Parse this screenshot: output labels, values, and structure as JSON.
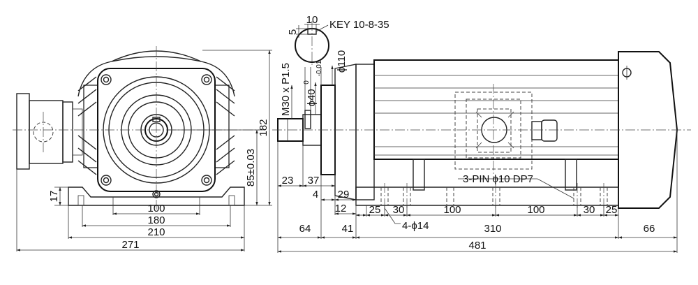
{
  "front_view": {
    "dims": {
      "d100": "100",
      "d180": "180",
      "d210": "210",
      "d271": "271",
      "d17": "17",
      "d85": "85±0.03",
      "d182": "182"
    }
  },
  "key_section": {
    "w": "10",
    "h": "5",
    "label": "KEY 10-8-35"
  },
  "side_view": {
    "thread": "M30 x P1.5",
    "dia110": "ϕ110",
    "dia40": "ϕ40",
    "tol_upper": "0",
    "tol_lower": "-0.01",
    "pin_label": "3-PIN ϕ10 DP7",
    "holes_label": "4-ϕ14",
    "dims": {
      "d23": "23",
      "d37": "37",
      "d4": "4",
      "d29": "29",
      "d12": "12",
      "d25a": "25",
      "d30a": "30",
      "d100a": "100",
      "d100b": "100",
      "d30b": "30",
      "d25b": "25",
      "d64": "64",
      "d41": "41",
      "d310": "310",
      "d66": "66",
      "d481": "481"
    }
  }
}
